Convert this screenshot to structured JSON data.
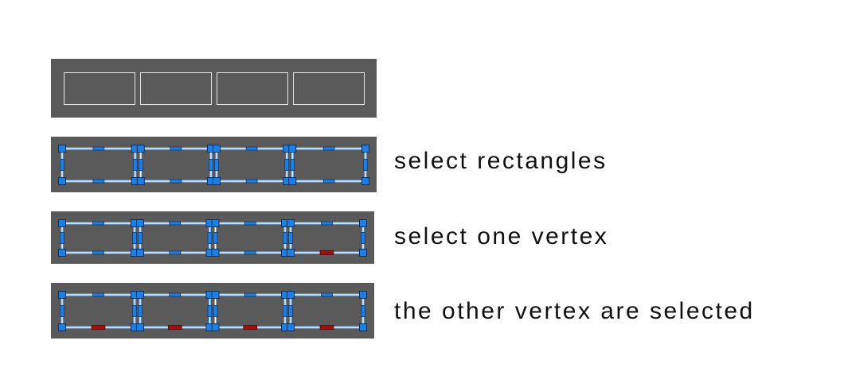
{
  "captions": {
    "step2": "select rectangles",
    "step3": "select one vertex",
    "step4": "the other vertex are selected"
  },
  "colors": {
    "panel": "#5a5a5a",
    "outline": "#e6e6e6",
    "selected_edge": "#ffffff",
    "selected_glow": "#7fb4ee",
    "handle": "#1e7fe0",
    "handle_border": "#0a2f66",
    "highlight": "#a01010"
  },
  "rectangle_count": 4,
  "steps": [
    {
      "id": "step1",
      "selected": false,
      "highlighted_handles": []
    },
    {
      "id": "step2",
      "selected": true,
      "highlighted_handles": []
    },
    {
      "id": "step3",
      "selected": true,
      "highlighted_handles": [
        3
      ]
    },
    {
      "id": "step4",
      "selected": true,
      "highlighted_handles": [
        0,
        1,
        2,
        3
      ]
    }
  ]
}
